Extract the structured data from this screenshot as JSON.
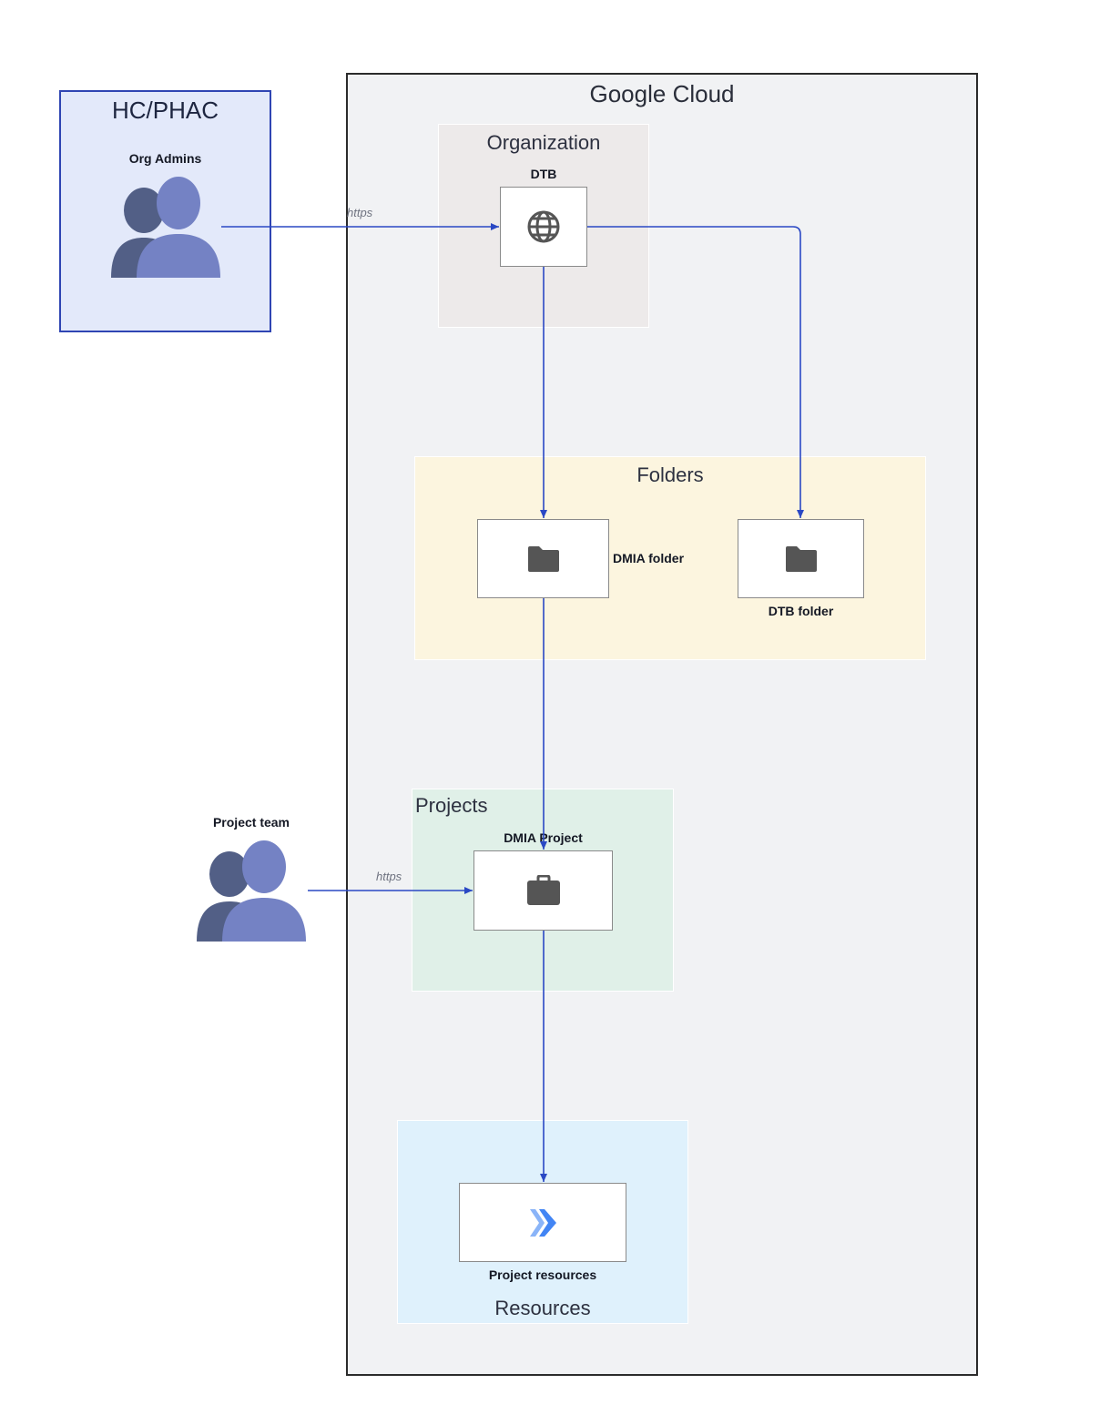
{
  "cloud": {
    "title": "Google Cloud"
  },
  "actors": {
    "hc_group_title": "HC/PHAC",
    "org_admins": "Org Admins",
    "project_team": "Project team"
  },
  "zones": {
    "organization": "Organization",
    "folders": "Folders",
    "projects": "Projects",
    "resources": "Resources"
  },
  "nodes": {
    "dtb": {
      "label": "DTB",
      "icon": "globe-icon"
    },
    "dmia_folder": {
      "label": "DMIA folder",
      "icon": "folder-icon"
    },
    "dtb_folder": {
      "label": "DTB folder",
      "icon": "folder-icon"
    },
    "dmia_project": {
      "label": "DMIA Project",
      "icon": "briefcase-icon"
    },
    "project_resources": {
      "label": "Project resources",
      "icon": "cloud-resources-icon"
    }
  },
  "edges": {
    "admins_to_dtb": "https",
    "team_to_project": "https"
  },
  "colors": {
    "connector": "#2a48c4",
    "person_front": "#7482c4",
    "person_back": "#525f86"
  }
}
